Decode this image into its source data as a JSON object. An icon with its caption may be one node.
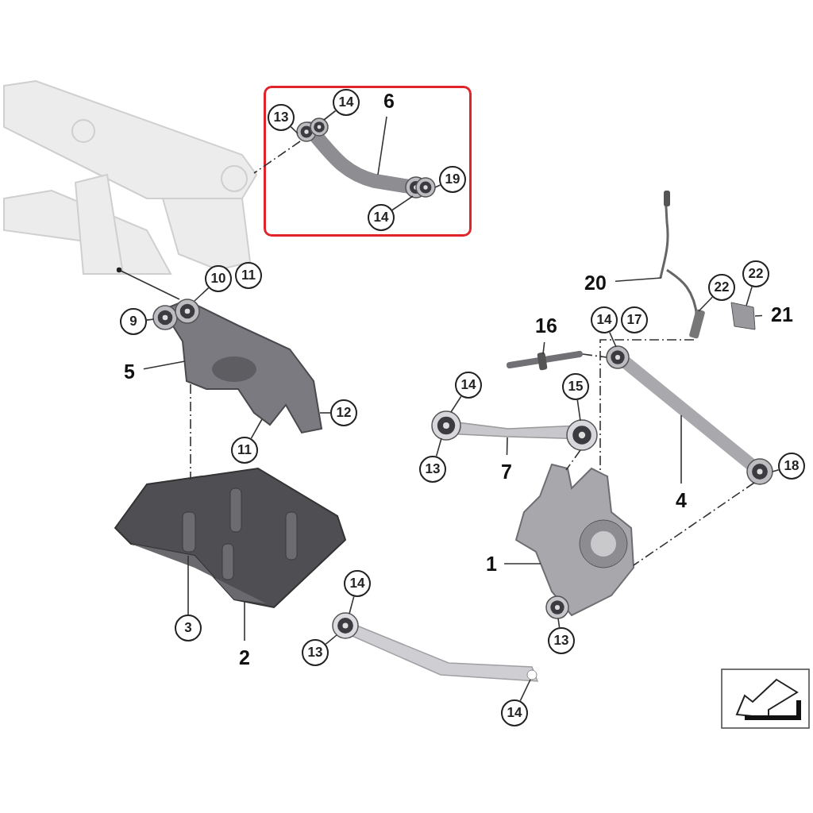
{
  "diagram": {
    "nodes": [
      {
        "text": [],
        "shape": "box"
      },
      {
        "text": [],
        "shape": "picture"
      },
      {
        "text": [],
        "shape": "picture",
        "in": 0
      },
      {
        "text": [
          "14"
        ],
        "in": 0
      },
      {
        "text": [
          "6"
        ],
        "in": 0
      },
      {
        "text": [
          "13"
        ],
        "in": 0
      },
      {
        "text": [
          "19"
        ],
        "in": 0
      },
      {
        "text": [
          "14"
        ],
        "in": 0
      },
      {
        "text": [],
        "shape": "picture"
      },
      {
        "text": [
          "9"
        ]
      },
      {
        "text": [
          "10"
        ]
      },
      {
        "text": [
          "11"
        ]
      },
      {
        "text": [
          "5"
        ]
      },
      {
        "text": [
          "12"
        ]
      },
      {
        "text": [
          "11"
        ]
      },
      {
        "text": [],
        "shape": "picture"
      },
      {
        "text": [
          "3"
        ]
      },
      {
        "text": [
          "2"
        ]
      },
      {
        "text": [],
        "shape": "picture"
      },
      {
        "text": [
          "14"
        ]
      },
      {
        "text": [
          "13"
        ]
      },
      {
        "text": [
          "15"
        ]
      },
      {
        "text": [
          "7"
        ]
      },
      {
        "text": [],
        "shape": "picture"
      },
      {
        "text": [
          "16"
        ]
      },
      {
        "text": [],
        "shape": "picture"
      },
      {
        "text": [
          "14"
        ]
      },
      {
        "text": [
          "17"
        ]
      },
      {
        "text": [
          "4"
        ]
      },
      {
        "text": [
          "18"
        ]
      },
      {
        "text": [],
        "shape": "picture"
      },
      {
        "text": [
          "20"
        ]
      },
      {
        "text": [
          "22"
        ]
      },
      {
        "text": [],
        "shape": "picture"
      },
      {
        "text": [
          "22"
        ]
      },
      {
        "text": [
          "21"
        ]
      },
      {
        "text": [],
        "shape": "picture"
      },
      {
        "text": [
          "1"
        ]
      },
      {
        "text": [],
        "shape": "picture"
      },
      {
        "text": [
          "14"
        ]
      },
      {
        "text": [
          "13"
        ]
      },
      {
        "text": [
          "13"
        ]
      },
      {
        "text": [
          "14"
        ]
      }
    ],
    "edges": [
      {
        "from": 2,
        "to": 1,
        "arrow": "none",
        "style": "dashed"
      },
      {
        "from": 3,
        "to": 2,
        "arrow": "none"
      },
      {
        "from": 4,
        "to": 2,
        "arrow": "none"
      },
      {
        "from": 5,
        "to": 2,
        "arrow": "none"
      },
      {
        "from": 6,
        "to": 2,
        "arrow": "none"
      },
      {
        "from": 7,
        "to": 2,
        "arrow": "none"
      },
      {
        "from": 8,
        "to": 1,
        "arrow": "other"
      },
      {
        "from": 9,
        "to": 8,
        "arrow": "none"
      },
      {
        "from": 10,
        "to": 8,
        "arrow": "none"
      },
      {
        "from": 12,
        "to": 8,
        "arrow": "none"
      },
      {
        "from": 13,
        "to": 8,
        "arrow": "none"
      },
      {
        "from": 14,
        "to": 8,
        "arrow": "none"
      },
      {
        "from": 8,
        "to": 15,
        "arrow": "none",
        "style": "dashed"
      },
      {
        "from": 16,
        "to": 15,
        "arrow": "none"
      },
      {
        "from": 17,
        "to": 15,
        "arrow": "none"
      },
      {
        "from": 19,
        "to": 18,
        "arrow": "none"
      },
      {
        "from": 20,
        "to": 18,
        "arrow": "none"
      },
      {
        "from": 21,
        "to": 18,
        "arrow": "none"
      },
      {
        "from": 22,
        "to": 18,
        "arrow": "none"
      },
      {
        "from": 18,
        "to": 36,
        "arrow": "none",
        "style": "dashed"
      },
      {
        "from": 24,
        "to": 23,
        "arrow": "none"
      },
      {
        "from": 23,
        "to": 25,
        "arrow": "none",
        "style": "dashed"
      },
      {
        "from": 26,
        "to": 25,
        "arrow": "none"
      },
      {
        "from": 28,
        "to": 25,
        "arrow": "none"
      },
      {
        "from": 29,
        "to": 25,
        "arrow": "none"
      },
      {
        "from": 25,
        "to": 36,
        "arrow": "none",
        "style": "dashed"
      },
      {
        "from": 31,
        "to": 30,
        "arrow": "none"
      },
      {
        "from": 32,
        "to": 30,
        "arrow": "none"
      },
      {
        "from": 30,
        "to": 36,
        "arrow": "none",
        "style": "dashed"
      },
      {
        "from": 34,
        "to": 33,
        "arrow": "none"
      },
      {
        "from": 35,
        "to": 33,
        "arrow": "none"
      },
      {
        "from": 37,
        "to": 36,
        "arrow": "none"
      },
      {
        "from": 39,
        "to": 38,
        "arrow": "none"
      },
      {
        "from": 40,
        "to": 38,
        "arrow": "none"
      },
      {
        "from": 41,
        "to": 36,
        "arrow": "none"
      },
      {
        "from": 42,
        "to": 38,
        "arrow": "none"
      }
    ]
  }
}
